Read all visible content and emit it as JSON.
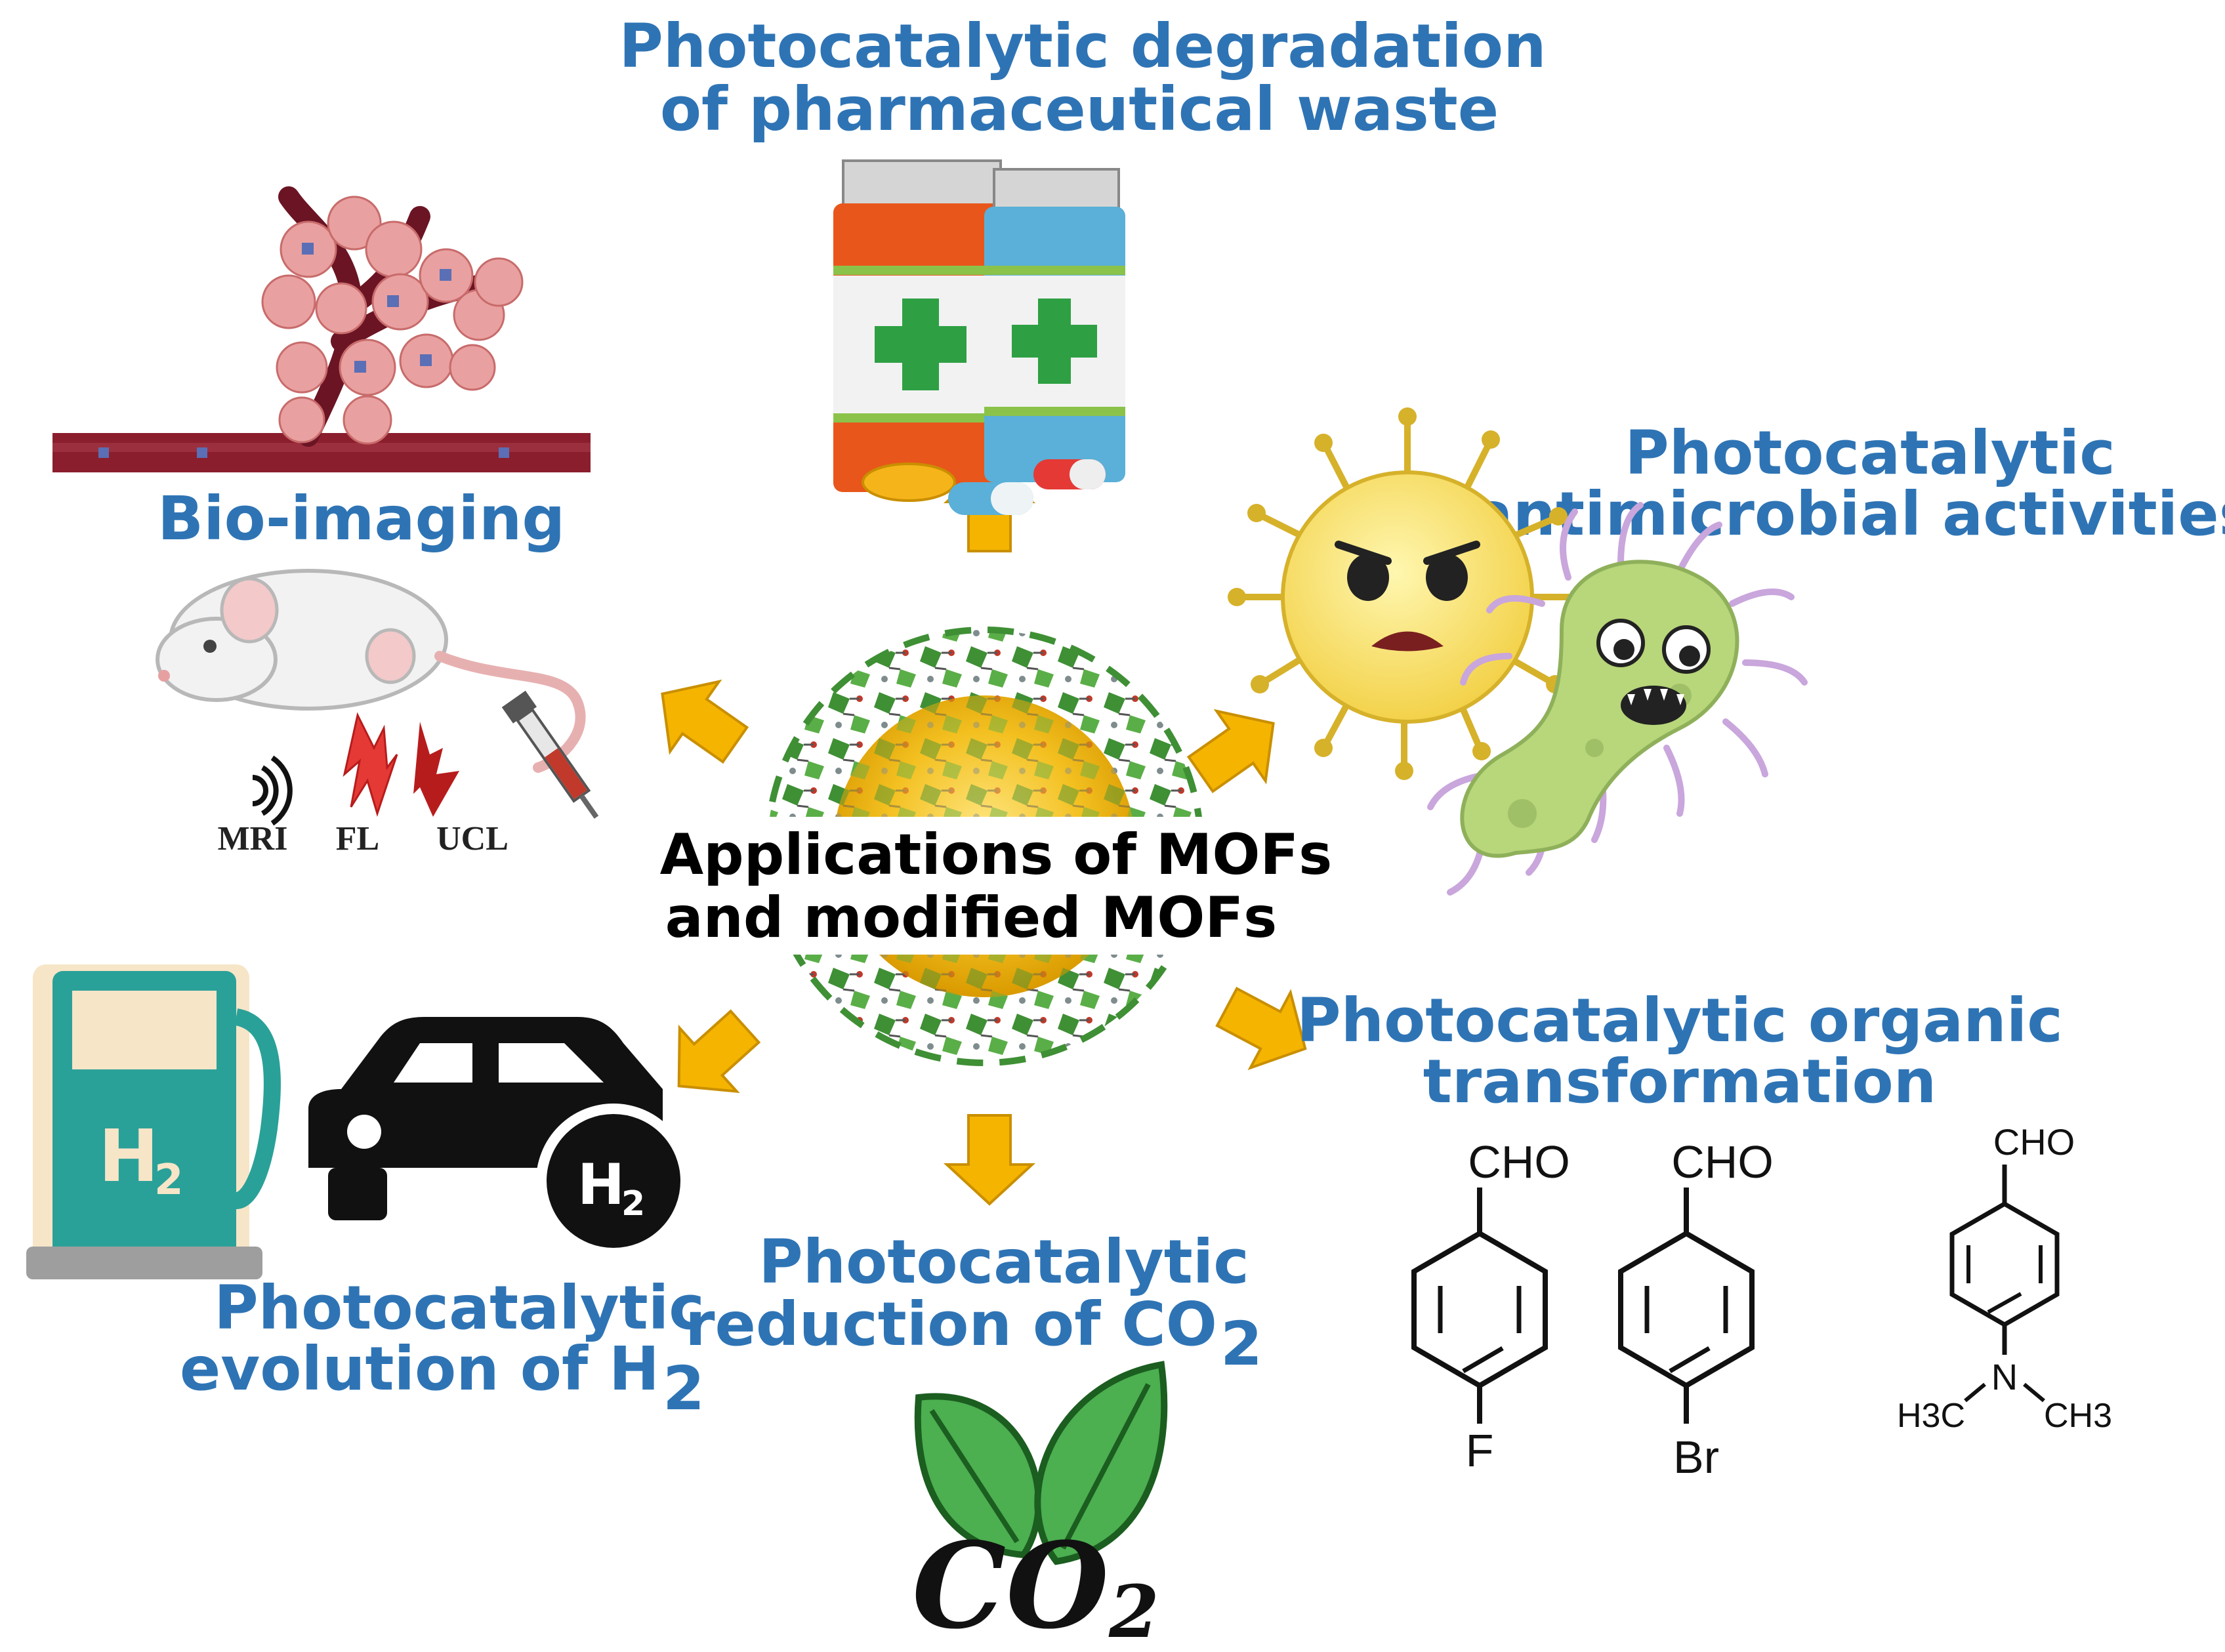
{
  "center": {
    "line1": "Applications of MOFs",
    "line2": "and modified MOFs"
  },
  "labels": {
    "pharma": {
      "line1": "Photocatalytic degradation",
      "line2": "of pharmaceutical waste"
    },
    "bio": {
      "line1": "Bio-imaging"
    },
    "antimicrobial": {
      "line1": "Photocatalytic",
      "line2": "antimicrobial activities"
    },
    "organic": {
      "line1": "Photocatalytic organic",
      "line2": "transformation"
    },
    "co2": {
      "line1": "Photocatalytic",
      "line2": "reduction of CO",
      "sub": "2"
    },
    "h2": {
      "line1": "Photocatalytic",
      "line2": "evolution of H",
      "sub": "2"
    }
  },
  "imaging_modes": [
    "MRI",
    "FL",
    "UCL"
  ],
  "icons": {
    "pump": {
      "text": "H",
      "sub": "2"
    },
    "car_badge": {
      "text": "H",
      "sub": "2"
    },
    "co2_logo": {
      "text": "CO",
      "sub": "2"
    }
  },
  "molecules": [
    {
      "top": "CHO",
      "bottom": "F"
    },
    {
      "top": "CHO",
      "bottom": "Br"
    },
    {
      "top": "CHO",
      "bottom": "N",
      "left_group": "H3C",
      "right_group": "CH3"
    }
  ],
  "colors": {
    "label": "#2e74b5",
    "arrow": "#f5b400",
    "mof_green": "#4a9a3c",
    "mof_gold": "#f3c020"
  }
}
